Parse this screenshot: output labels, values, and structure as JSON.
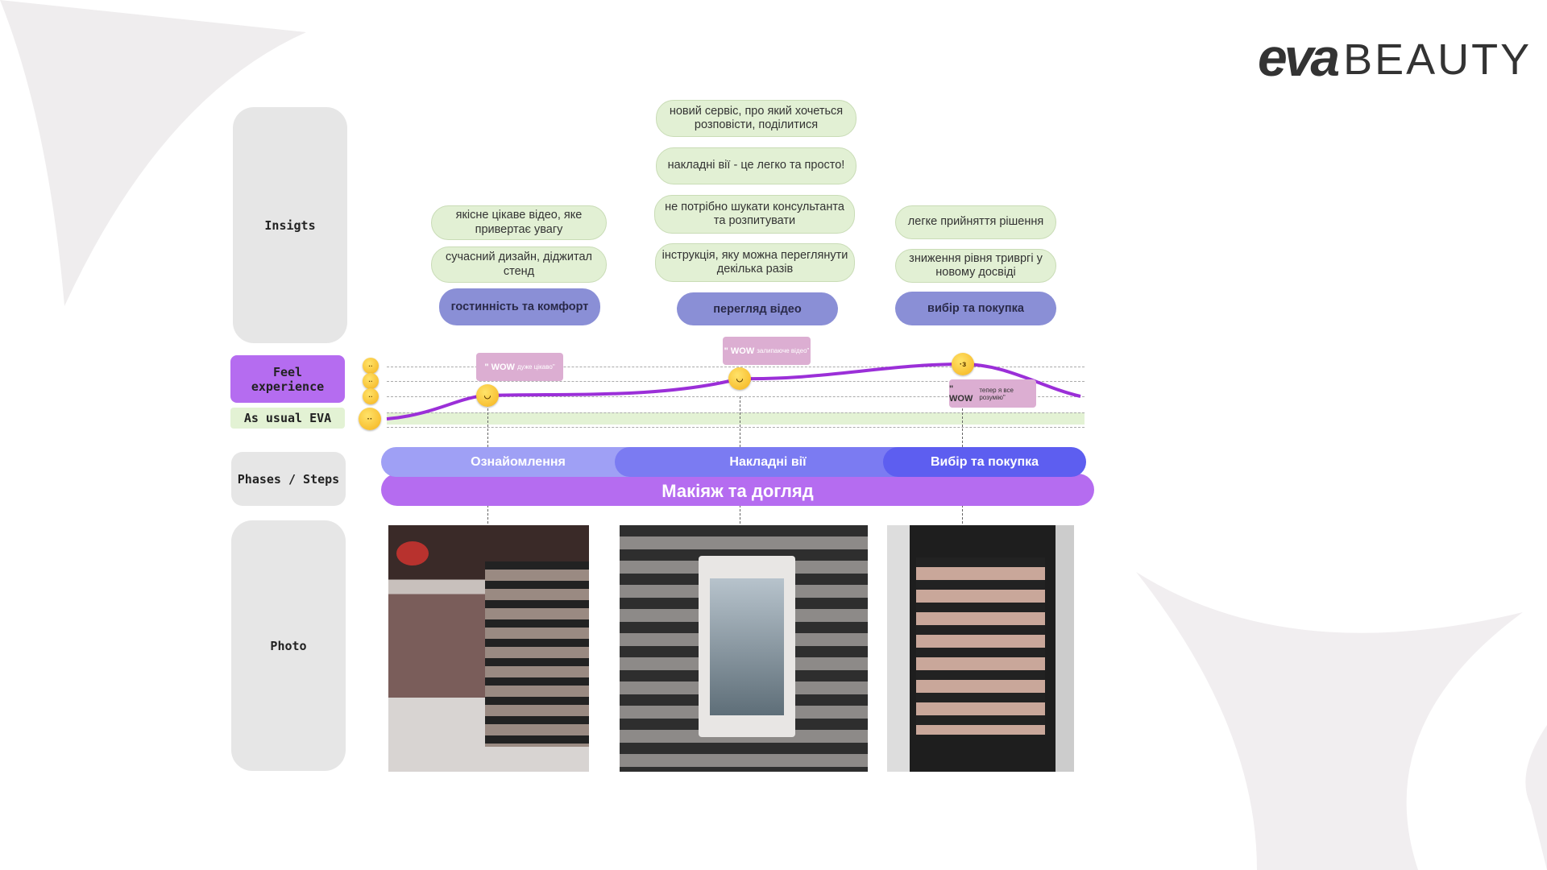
{
  "logo": {
    "brand": "eva",
    "suffix": "BEAUTY"
  },
  "rows": {
    "insights": "Insigts",
    "feel": "Feel experience",
    "usual": "As usual EVA",
    "phases": "Phases / Steps",
    "photo": "Photo"
  },
  "insights": {
    "col1": [
      "якісне цікаве відео, яке привертає увагу",
      "сучасний дизайн, діджитал стенд"
    ],
    "col1_step": "гостинність та комфорт",
    "col2": [
      "новий сервіс, про який хочеться розповісти, поділитися",
      "накладні вії - це легко та просто!",
      "не потрібно шукати консультанта та розпитувати",
      "інструкція, яку можна переглянути декілька разів"
    ],
    "col2_step": "перегляд відео",
    "col3": [
      "легке прийняття рішення",
      "зниження рівня тривргі у новому досвіді"
    ],
    "col3_step": "вибір та покупка"
  },
  "wow": [
    {
      "w": "\" WOW",
      "t": "дуже цікаво\""
    },
    {
      "w": "\" WOW",
      "t": "залипаюче відео\""
    },
    {
      "w": "\" WOW",
      "t": "тепер я все розумію\""
    }
  ],
  "phases": [
    "Ознайомлення",
    "Накладні вії",
    "Вибір та покупка"
  ],
  "journey": "Макіяж та догляд",
  "colors": {
    "accent": "#b56cf0",
    "curve": "#9b2fd8",
    "phase1": "#9fa0f5",
    "phase2": "#7b7bf2",
    "phase3": "#5d5ef0"
  }
}
